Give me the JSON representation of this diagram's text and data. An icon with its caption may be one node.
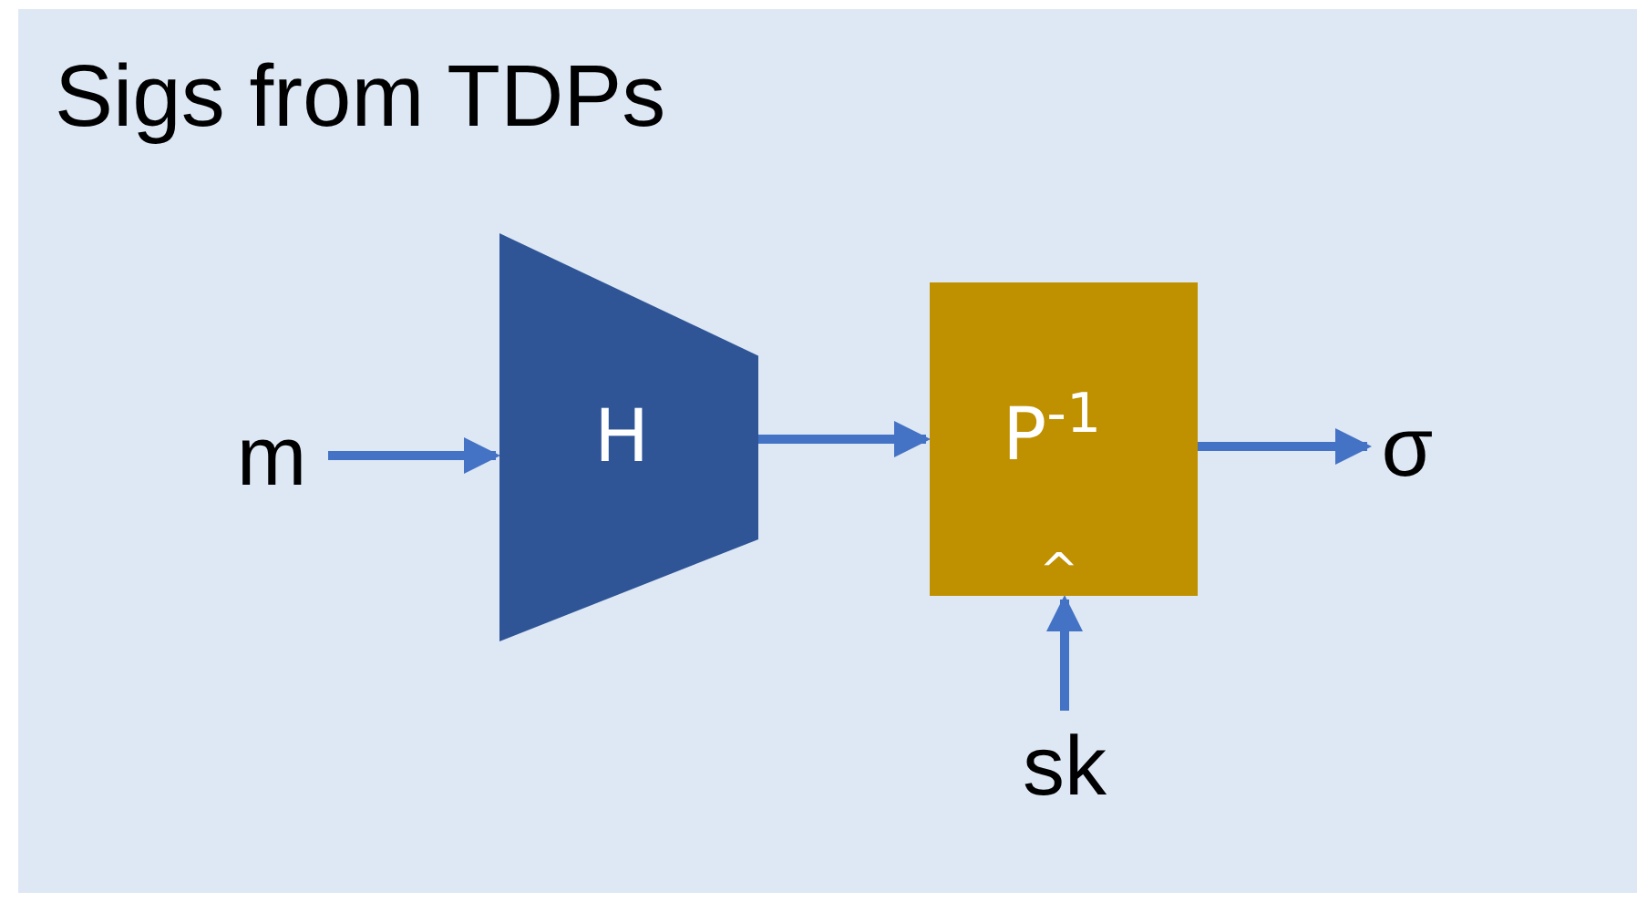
{
  "diagram": {
    "title": "Sigs from TDPs",
    "nodes": [
      {
        "text": [
          "m"
        ]
      },
      {
        "text": [
          "H"
        ]
      },
      {
        "text": [
          "P$^{-1}$",
          "^"
        ]
      },
      {
        "text": [
          "σ"
        ]
      },
      {
        "text": [
          "sk"
        ]
      }
    ],
    "edges": [
      {
        "from": 0,
        "to": 1,
        "arrow": "to"
      },
      {
        "from": 1,
        "to": 2,
        "arrow": "to"
      },
      {
        "from": 2,
        "to": 3,
        "arrow": "to"
      },
      {
        "from": 4,
        "to": 2,
        "arrow": "to"
      }
    ]
  }
}
